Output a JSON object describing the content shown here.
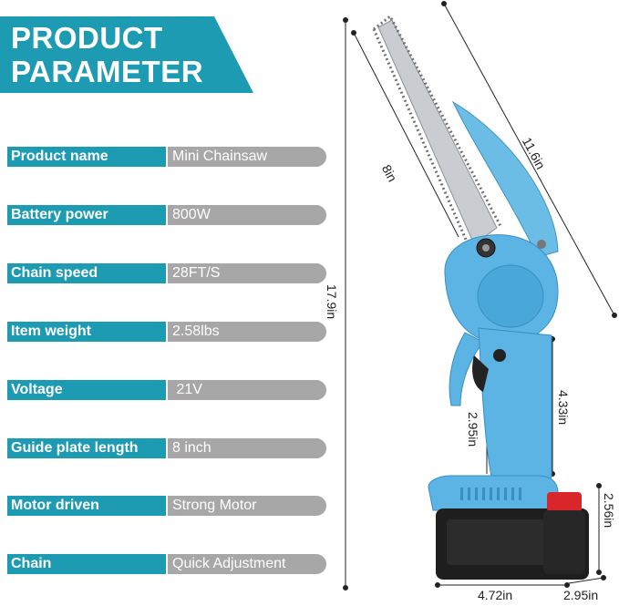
{
  "title": {
    "line1": "PRODUCT",
    "line2": "PARAMETER"
  },
  "colors": {
    "accent": "#1d9bb3",
    "value_bg": "#a7a7a7",
    "tool_body": "#5bb4e3",
    "battery": "#1e1e1e",
    "battery_accent": "#d8262b"
  },
  "params": [
    {
      "label": "Product name",
      "value": "Mini Chainsaw"
    },
    {
      "label": "Battery power",
      "value": "800W"
    },
    {
      "label": "Chain speed",
      "value": "28FT/S"
    },
    {
      "label": "Item weight",
      "value": "2.58lbs"
    },
    {
      "label": "Voltage",
      "value": " 21V"
    },
    {
      "label": "Guide plate length",
      "value": "8 inch"
    },
    {
      "label": "Motor driven",
      "value": "Strong Motor"
    },
    {
      "label": "Chain",
      "value": "Quick Adjustment"
    }
  ],
  "dimensions": {
    "total_height": "17.9in",
    "bar_length": "8in",
    "diagonal_length": "11.6in",
    "handle_height_right": "4.33in",
    "handle_height_left": "2.95in",
    "battery_height": "2.56in",
    "base_width": "4.72in",
    "battery_depth": "2.95in"
  },
  "icons": [
    "chainsaw-product-image"
  ]
}
